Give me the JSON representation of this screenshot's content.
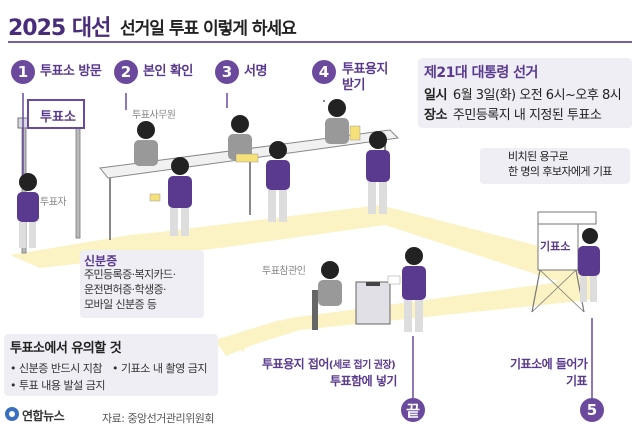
{
  "header": {
    "title": "2025 대선",
    "subtitle": "선거일 투표 이렇게 하세요"
  },
  "steps": [
    {
      "num": "1",
      "label": "투표소 방문"
    },
    {
      "num": "2",
      "label": "본인 확인"
    },
    {
      "num": "3",
      "label": "서명"
    },
    {
      "num": "4",
      "label_l1": "투표용지",
      "label_l2": "받기"
    },
    {
      "num": "5",
      "label_l1": "기표소에 들어가",
      "label_l2": "기표"
    },
    {
      "num": "끝",
      "label_l1": "투표용지 접어",
      "label_l1b": "(세로 접기 권장)",
      "label_l2": "투표함에 넣기"
    }
  ],
  "scene_labels": {
    "polling_station_sign": "투표소",
    "voting_booth_sign": "기표소",
    "voter": "투표자",
    "office_staff": "투표사무원",
    "observer": "투표참관인"
  },
  "election_info": {
    "title": "제21대 대통령 선거",
    "date_key": "일시",
    "date_value": "6월 3일(화) 오전 6시~오후 8시",
    "place_key": "장소",
    "place_value": "주민등록지 내 지정된 투표소"
  },
  "stamp_note": {
    "line1": "비치된 용구로",
    "line2": "한 명의 후보자에게 기표"
  },
  "id_info": {
    "title": "신분증",
    "lines": [
      "주민등록증·복지카드·",
      "운전면허증·학생증·",
      "모바일 신분증 등"
    ]
  },
  "cautions": {
    "title": "투표소에서 유의할 것",
    "items": [
      "• 신분증 반드시 지참",
      "• 기표소 내 촬영 금지",
      "• 투표 내용 발설 금지"
    ]
  },
  "footer": {
    "logo": "연합뉴스",
    "source": "자료: 중앙선거관리위원회"
  },
  "colors": {
    "accent": "#6b4a9e",
    "path": "#fbf3c4",
    "box": "#efeef4"
  }
}
